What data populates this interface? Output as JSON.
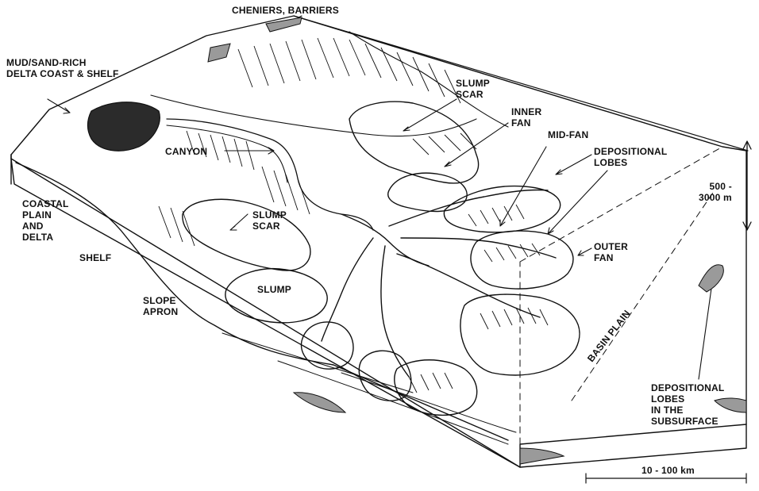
{
  "labels": {
    "cheniers": "CHENIERS, BARRIERS",
    "mud_sand": "MUD/SAND-RICH\nDELTA COAST & SHELF",
    "slump_scar_upper": "SLUMP\nSCAR",
    "inner_fan": "INNER\nFAN",
    "mid_fan": "MID-FAN",
    "depositional_lobes": "DEPOSITIONAL\nLOBES",
    "canyon": "CANYON",
    "depth_range": "500 -\n3000 m",
    "coastal_plain": "COASTAL\nPLAIN\nAND\nDELTA",
    "shelf": "SHELF",
    "slump_scar_lower": "SLUMP\nSCAR",
    "outer_fan": "OUTER\nFAN",
    "slump": "SLUMP",
    "slope_apron": "SLOPE\nAPRON",
    "basin_plain": "BASIN PLAIN",
    "subsurface_lobes": "DEPOSITIONAL\nLOBES\nIN THE\nSUBSURFACE",
    "scale": "10 - 100 km"
  },
  "colors": {
    "ink": "#111111",
    "shade": "#9a9a9a",
    "dark_fill": "#2b2b2b",
    "background": "#ffffff"
  }
}
